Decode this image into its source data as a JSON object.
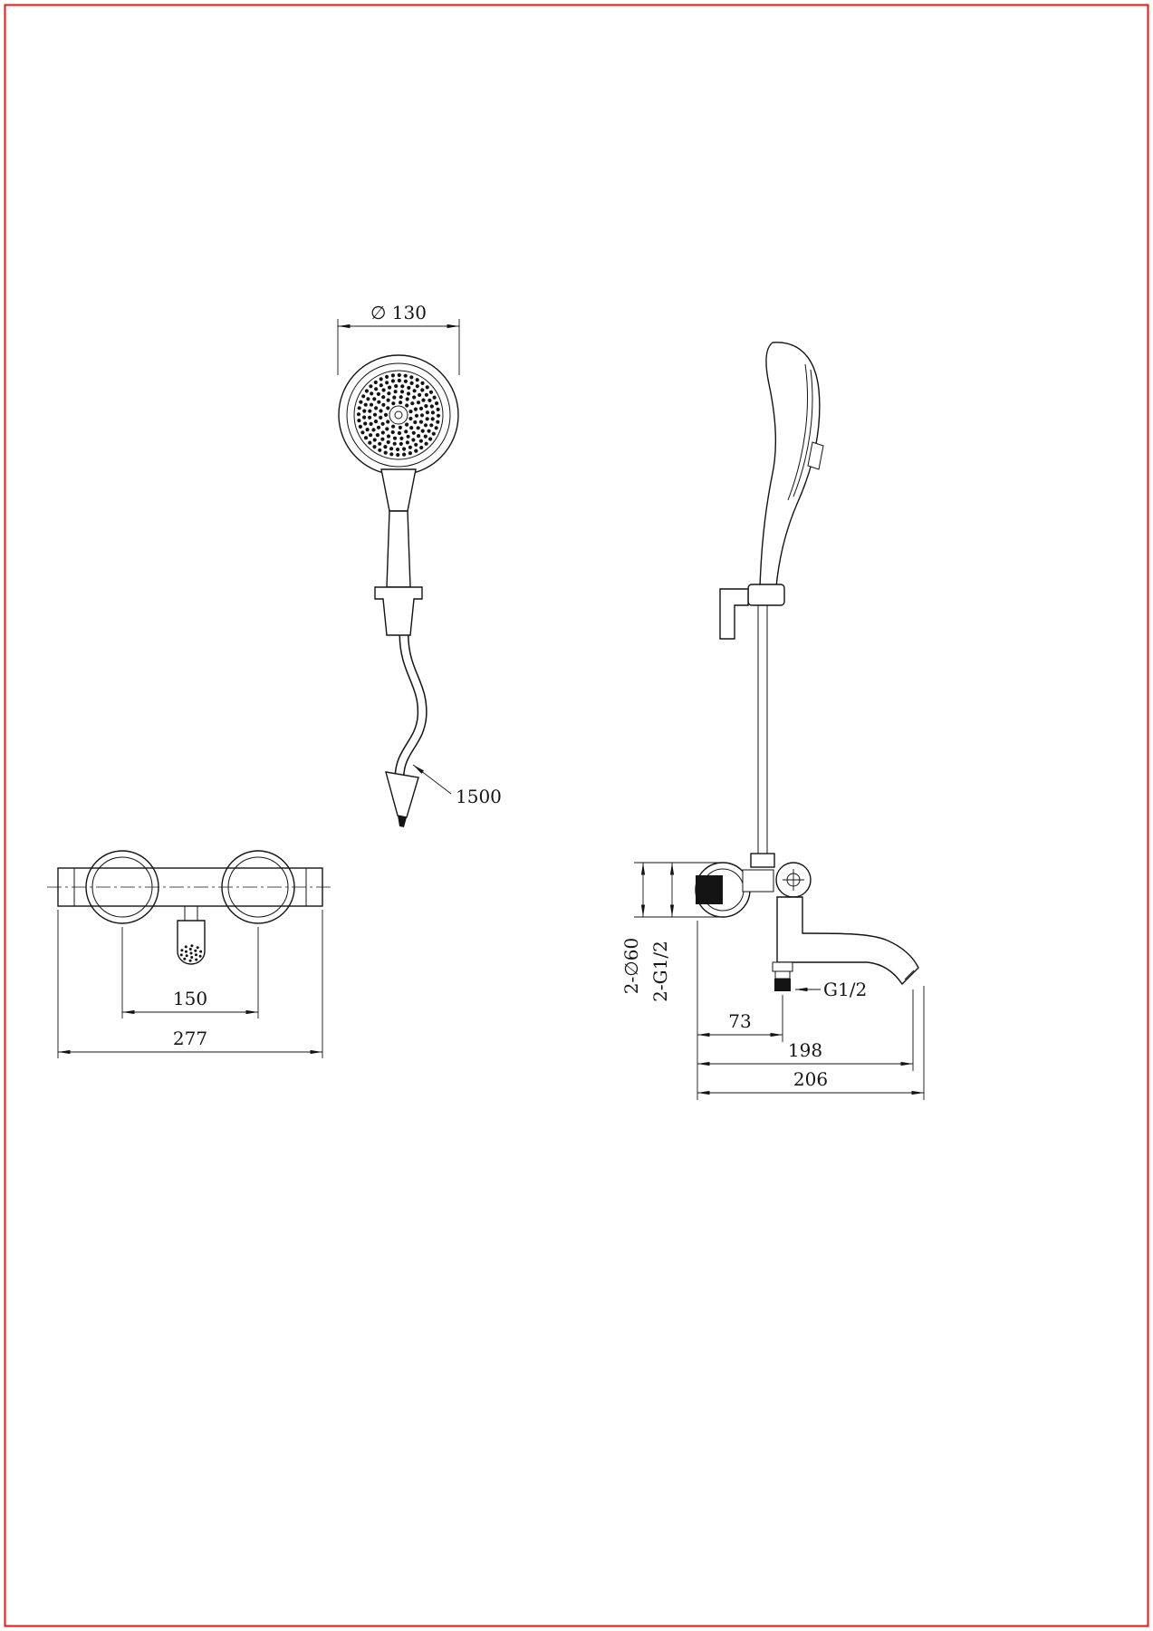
{
  "page": {
    "background": "#ffffff",
    "frame_color": "#f3120e",
    "line_color": "#141414"
  },
  "drawing": {
    "type": "technical-drawing",
    "subject": "hand-shower-and-bath-mixer-set",
    "views": {
      "hand_shower_front": "front view of hand shower with hose",
      "assembly_side": "side view of hand shower, holder and wall mixer",
      "mixer_front": "front view of bath mixer bar"
    },
    "dimensions": {
      "head_diameter": "∅ 130",
      "hose_length": "1500",
      "valve_spacing": "150",
      "overall_width": "277",
      "escutcheon_spec": "2-∅60",
      "inlet_thread": "2-G1/2",
      "hose_outlet_thread": "G1/2",
      "wall_to_hose_outlet": "73",
      "wall_to_spout": "198",
      "overall_projection": "206"
    }
  }
}
